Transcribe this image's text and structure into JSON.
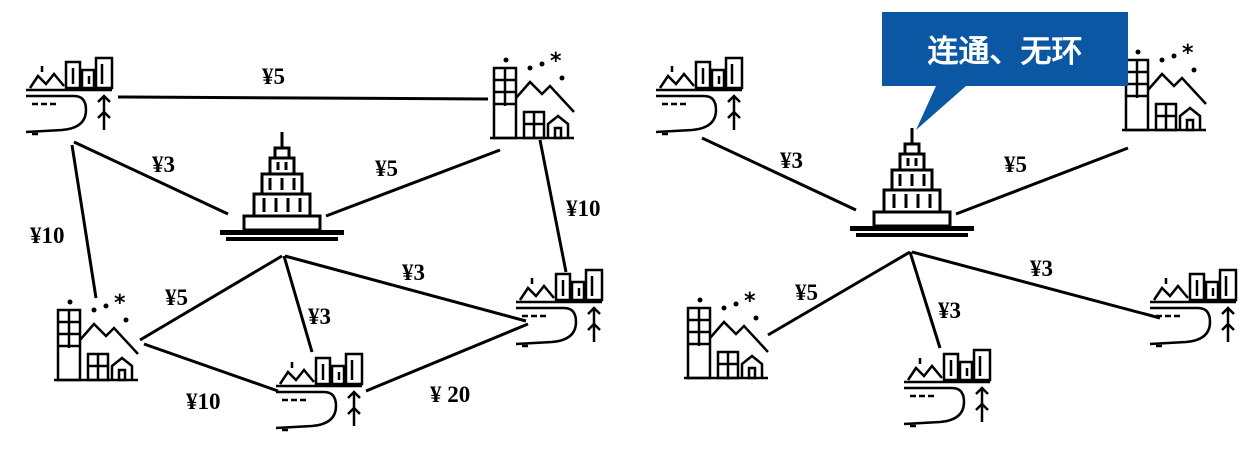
{
  "left_graph": {
    "edge_labels": {
      "tl_tr": "¥5",
      "tl_center": "¥3",
      "center_tr": "¥5",
      "tr_r": "¥10",
      "tl_bl": "¥10",
      "center_bl": "¥5",
      "center_bm": "¥3",
      "center_r": "¥3",
      "bl_bm": "¥10",
      "bm_r": "¥ 20"
    }
  },
  "right_graph": {
    "callout": "连通、无环",
    "edge_labels": {
      "center_tl": "¥3",
      "center_tr": "¥5",
      "center_bl": "¥5",
      "center_bm": "¥3",
      "center_r": "¥3"
    }
  },
  "colors": {
    "line": "#000000",
    "callout_bg": "#0b57a3",
    "callout_text": "#ffffff"
  },
  "icons": [
    "skyscraper-icon",
    "coastal-town-icon",
    "city-mountain-icon"
  ]
}
